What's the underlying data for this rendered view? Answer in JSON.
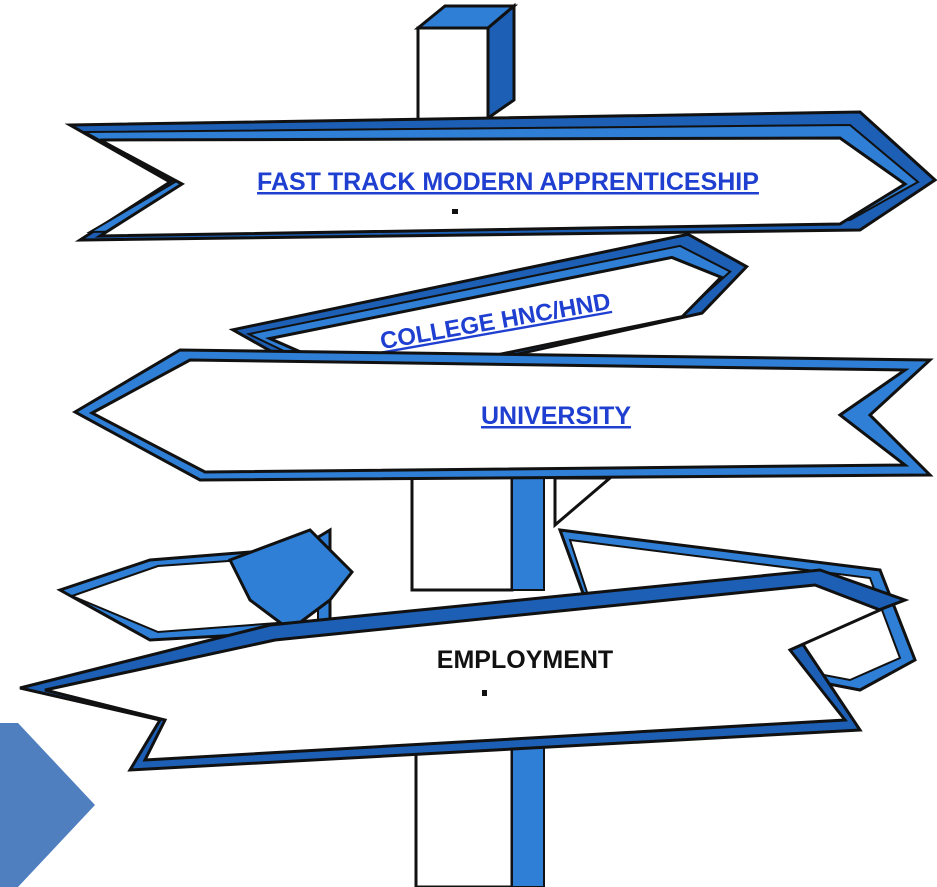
{
  "signs": {
    "fast_track": "FAST TRACK MODERN APPRENTICESHIP",
    "college": "COLLEGE HNC/HND",
    "university": "UNIVERSITY",
    "employment": "EMPLOYMENT"
  },
  "colors": {
    "post_blue": "#2f7fd6",
    "post_dark_blue": "#1c5fb5",
    "link_blue": "#1f3fd1",
    "outline": "#111111",
    "corner_arrow": "#4f7fbf"
  },
  "icons": {
    "corner": "chevron-right-icon"
  }
}
